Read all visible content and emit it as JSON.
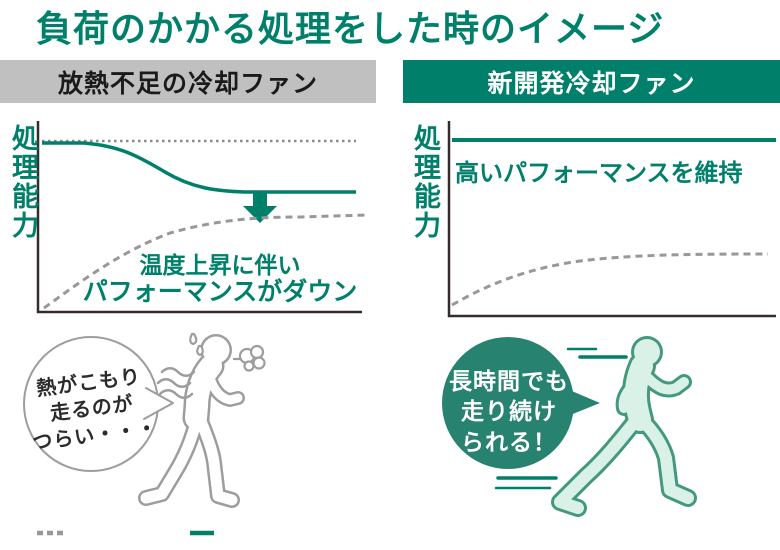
{
  "title": "負荷のかかる処理をした時のイメージ",
  "colors": {
    "teal": "#00806B",
    "bubble_teal": "#27836F",
    "gray_bar": "#C0C0C0",
    "header_text_dark": "#1A1A1A",
    "axis": "#342B2B",
    "dotted_gray": "#8A8A8A",
    "dashed_gray": "#989898",
    "outline_gray": "#9D9D9D",
    "runner_fill": "#D9F1E6",
    "runner_outline": "#44987E",
    "bubble_text_dark": "#2B2B2B"
  },
  "panels": {
    "left": {
      "header": "放熱不足の冷却ファン",
      "y_axis_label": "処理能力",
      "annotation_line1": "温度上昇に伴い",
      "annotation_line2": "パフォーマンスがダウン",
      "bubble": {
        "line1": "熱がこもり",
        "line2": "走るのが",
        "line3": "つらい・・・"
      }
    },
    "right": {
      "header": "新開発冷却ファン",
      "y_axis_label": "処理能力",
      "annotation": "高いパフォーマンスを維持",
      "bubble": {
        "line1": "長時間でも",
        "line2": "走り続け",
        "line3": "られる！"
      }
    }
  },
  "chart_data": [
    {
      "type": "line",
      "title": "放熱不足の冷却ファン",
      "xlabel": "",
      "ylabel": "処理能力",
      "grid": false,
      "series": [
        {
          "name": "処理能力(実線)",
          "style": "solid-teal",
          "x": [
            0,
            0.15,
            0.3,
            0.45,
            0.6,
            0.75,
            1.0
          ],
          "y": [
            0.95,
            0.93,
            0.82,
            0.72,
            0.68,
            0.67,
            0.67
          ]
        },
        {
          "name": "上限(点線)",
          "style": "dotted-gray",
          "x": [
            0,
            1.0
          ],
          "y": [
            0.96,
            0.96
          ]
        },
        {
          "name": "温度(破線)",
          "style": "dashed-gray",
          "x": [
            0,
            0.2,
            0.4,
            0.6,
            0.8,
            1.0
          ],
          "y": [
            0.02,
            0.25,
            0.42,
            0.51,
            0.53,
            0.54
          ]
        }
      ],
      "annotations": [
        "温度上昇に伴いパフォーマンスがダウン",
        "下向き矢印"
      ]
    },
    {
      "type": "line",
      "title": "新開発冷却ファン",
      "xlabel": "",
      "ylabel": "処理能力",
      "grid": false,
      "series": [
        {
          "name": "処理能力(実線)",
          "style": "solid-teal",
          "x": [
            0,
            1.0
          ],
          "y": [
            0.97,
            0.97
          ]
        },
        {
          "name": "温度(破線)",
          "style": "dashed-gray",
          "x": [
            0,
            0.2,
            0.4,
            0.6,
            0.8,
            1.0
          ],
          "y": [
            0.06,
            0.2,
            0.29,
            0.34,
            0.35,
            0.35
          ]
        }
      ],
      "annotations": [
        "高いパフォーマンスを維持"
      ]
    }
  ],
  "legend": {
    "dashed_mark": "温度(破線キー)",
    "solid_mark": "処理能力(実線キー)"
  }
}
